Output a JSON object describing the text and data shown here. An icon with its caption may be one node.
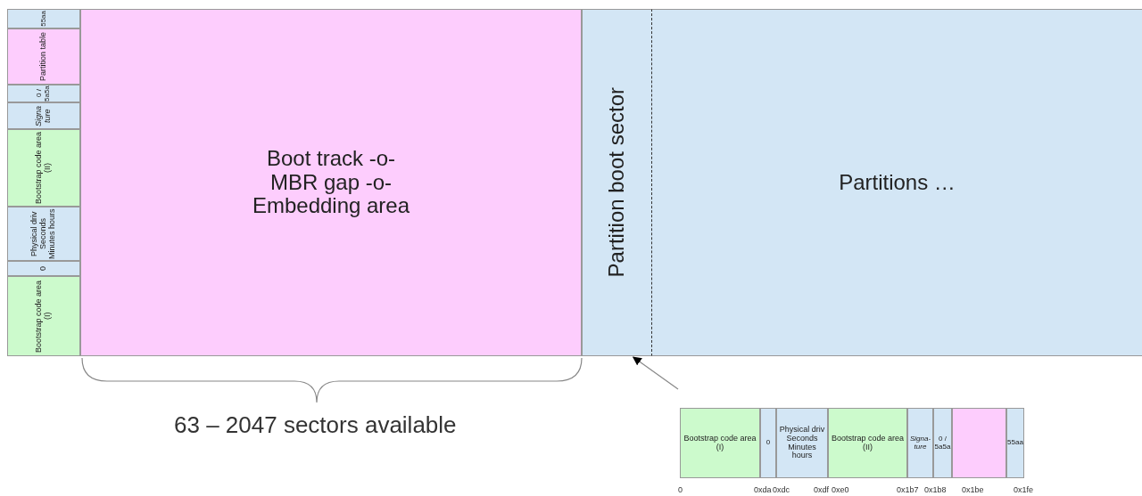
{
  "diagram": {
    "nodes": [
      {
        "text": [
          "55aa"
        ]
      },
      {
        "text": [
          "Partition table"
        ]
      },
      {
        "text": [
          "0 / 5a5a"
        ]
      },
      {
        "text": [
          "Signa ture"
        ]
      },
      {
        "text": [
          "Bootstrap code area (II)"
        ]
      },
      {
        "text": [
          "Physical driv Seconds Minutes hours"
        ]
      },
      {
        "text": [
          "0"
        ]
      },
      {
        "text": [
          "Bootstrap code area (I)"
        ]
      },
      {
        "text": [
          "Boot track -o- MBR gap -o- Embedding area"
        ]
      },
      {
        "text": [
          "Partition boot sector"
        ]
      },
      {
        "text": [
          "Partitions …"
        ]
      },
      {
        "text": [
          "Bootstrap code area (I)"
        ]
      },
      {
        "text": [
          "0"
        ]
      },
      {
        "text": [
          "Physical driv Seconds Minutes hours"
        ]
      },
      {
        "text": [
          "Bootstrap code area (II)"
        ]
      },
      {
        "text": [
          "Signa- ture"
        ]
      },
      {
        "text": [
          "0 / 5a5a"
        ]
      },
      {
        "text": [],
        "shape": "box"
      },
      {
        "text": [
          "55aa"
        ]
      }
    ],
    "edges": [
      {
        "from": null,
        "to": 9,
        "arrow": "to"
      }
    ],
    "labels": [
      "63 – 2047 sectors available",
      "0",
      "0xda",
      "0xdc",
      "0xdf",
      "0xe0",
      "0x1b7",
      "0x1b8",
      "0x1be",
      "0x1fe"
    ]
  }
}
